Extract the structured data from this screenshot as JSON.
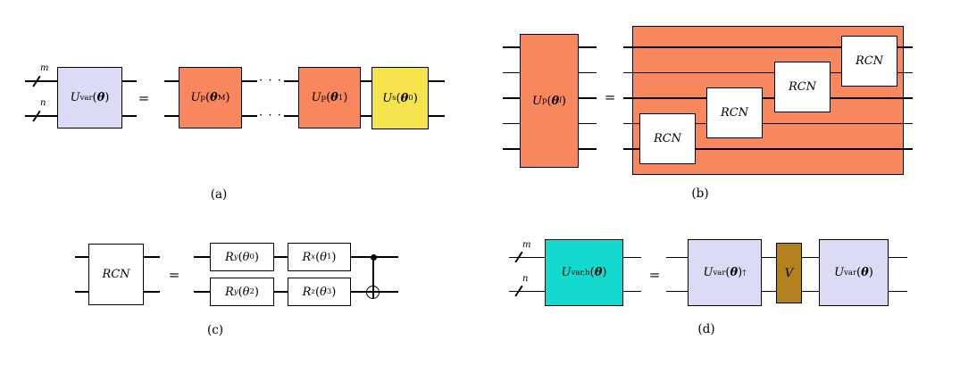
{
  "figure": {
    "type": "quantum-circuit-diagram",
    "subfig_a": {
      "caption": "(a)",
      "wire_labels": {
        "top": "m",
        "bottom": "n"
      },
      "equals": "=",
      "dots": "· · ·",
      "gates": {
        "u_var": "<i>U</i><sub>var</sub>(<b><i>θ</i></b>)",
        "u_p_M": "<i>U</i><sub>p</sub>(<b><i>θ</i></b><sub>M</sub>)",
        "u_p_1": "<i>U</i><sub>p</sub>(<b><i>θ</i></b><sub>1</sub>)",
        "u_s_0": "<i>U</i><sub>s</sub>(<b><i>θ</i></b><sub>0</sub>)"
      }
    },
    "subfig_b": {
      "caption": "(b)",
      "equals": "=",
      "num_wires": 5,
      "gates": {
        "u_p_l": "<i>U</i><sub>p</sub>(<b><i>θ</i></b><sub><i>l</i></sub>)",
        "rcn": "<i>RCN</i>"
      }
    },
    "subfig_c": {
      "caption": "(c)",
      "equals": "=",
      "gates": {
        "rcn": "<i>RCN</i>",
        "r_y_0": "<i>R</i><sub><i>y</i></sub>(<i>θ</i><sub>0</sub>)",
        "r_x_1": "<i>R</i><sub><i>x</i></sub>(<i>θ</i><sub>1</sub>)",
        "r_y_2": "<i>R</i><sub><i>y</i></sub>(<i>θ</i><sub>2</sub>)",
        "r_z_3": "<i>R</i><sub><i>z</i></sub>(<i>θ</i><sub>3</sub>)"
      },
      "cnot": {
        "control_wire": "top",
        "target_wire": "bottom"
      }
    },
    "subfig_d": {
      "caption": "(d)",
      "wire_labels": {
        "top": "m",
        "bottom": "n"
      },
      "equals": "=",
      "gates": {
        "u_var_h": "<i>U</i><sub>var,h</sub>(<b><i>θ</i></b>)",
        "u_var_dagger": "<i>U</i><sub>var</sub>(<b><i>θ</i></b>)<sup>†</sup>",
        "v": "<i>V</i>",
        "u_var": "<i>U</i><sub>var</sub>(<b><i>θ</i></b>)"
      }
    },
    "colors": {
      "lavender": "#dcdaf4",
      "orange": "#f8875e",
      "yellow": "#f5e44e",
      "teal": "#13d9cf",
      "brown": "#b5801f",
      "white": "#ffffff",
      "wire": "#000000",
      "background": "#ffffff"
    }
  }
}
